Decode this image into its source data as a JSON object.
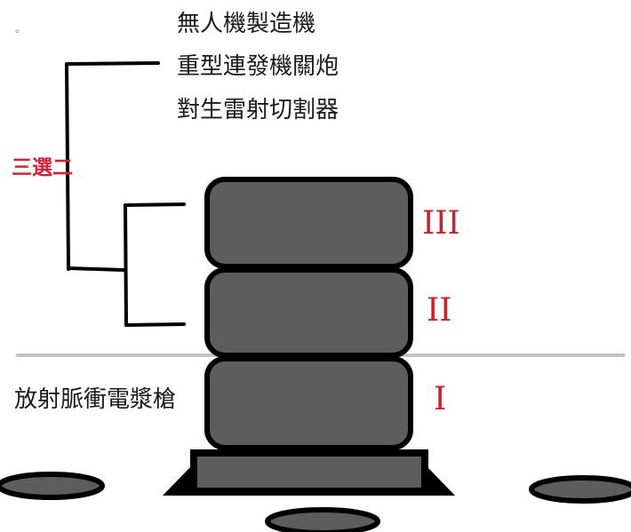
{
  "options_label": "三選二",
  "options": [
    "無人機製造機",
    "重型連發機關炮",
    "對生雷射切割器"
  ],
  "base_weapon": "放射脈衝電漿槍",
  "levels": [
    "III",
    "II",
    "I"
  ],
  "stray_mark": "。",
  "colors": {
    "block_fill": "#5d5d5d",
    "block_stroke": "#000000",
    "accent_red": "#d1243a",
    "divider": "#c4c4c4",
    "text": "#1a1a1a"
  }
}
